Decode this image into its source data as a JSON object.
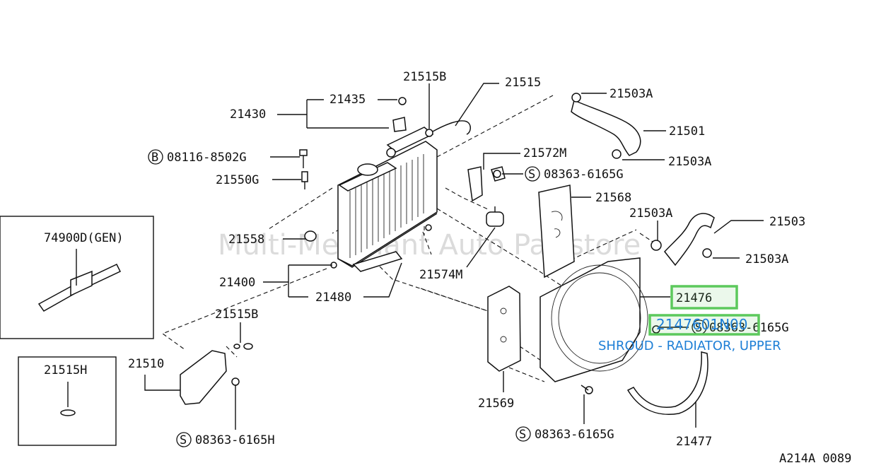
{
  "watermark": "Multi-Merchant Auto Partstore",
  "diagram_code": "A214A 0089",
  "highlight": {
    "part_ref": "21476",
    "part_number": "2147601N00",
    "description": "SHROUD - RADIATOR, UPPER",
    "color": "#5cc95c",
    "text_color": "#1e7fd6"
  },
  "labels": {
    "p21515B_top": "21515B",
    "p21515": "21515",
    "p21435": "21435",
    "p21430": "21430",
    "p21503A_1": "21503A",
    "p21501": "21501",
    "p21503A_2": "21503A",
    "bolt_08116": "08116-8502G",
    "bolt_08116_prefix": "B",
    "p21550G": "21550G",
    "p21572M": "21572M",
    "screw_08363_6165G_1": "08363-6165G",
    "screw_prefix": "S",
    "p21568": "21568",
    "p21503A_3": "21503A",
    "p21503": "21503",
    "p21503A_4": "21503A",
    "p74900D": "74900D(GEN)",
    "p21558": "21558",
    "p21574M": "21574M",
    "p21400": "21400",
    "p21480": "21480",
    "p21476": "21476",
    "screw_08363_6165G_2": "08363-6165G",
    "p21515B_low": "21515B",
    "p21515H": "21515H",
    "p21510": "21510",
    "p21569": "21569",
    "screw_08363_6165G_3": "08363-6165G",
    "p21477": "21477",
    "screw_08363_6165H": "08363-6165H"
  }
}
